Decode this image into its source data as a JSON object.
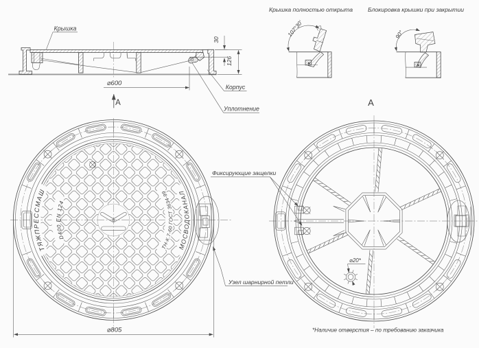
{
  "drawing": {
    "section": {
      "label_cover": "Крышка",
      "label_body": "Корпус",
      "label_seal": "Уплотнение",
      "dim_opening": "⌀600",
      "dim_cover_height": "30",
      "dim_frame_height": "126",
      "section_letter": "А"
    },
    "details": {
      "open_title": "Крышка полностью открыта",
      "open_angle": "107°30'",
      "lock_title": "Блокировка крышки при закрытии",
      "lock_angle": "90°"
    },
    "top_view": {
      "marking_manufacturer": "ТЯЖПРЕССМАШ",
      "marking_class": "D400 EN 124",
      "marking_standard": "ТН-К.7-60 ГОСТ 3634-99",
      "marking_utility": "МОСВОДОКАНАЛ",
      "dim_outer": "⌀805",
      "label_hinge": "Узел шарнирной петли"
    },
    "bottom_view": {
      "view_letter": "А",
      "label_latches": "Фиксирующие защелки",
      "dim_hole": "⌀20*",
      "footnote": "*Наличие отверстия – по требованию заказчика"
    },
    "colors": {
      "background": "#fbfbfb",
      "line": "#4c4c4c",
      "centerline": "#9b9b9b",
      "ground": "#9a9a9a",
      "text": "#3e3e3e"
    }
  }
}
